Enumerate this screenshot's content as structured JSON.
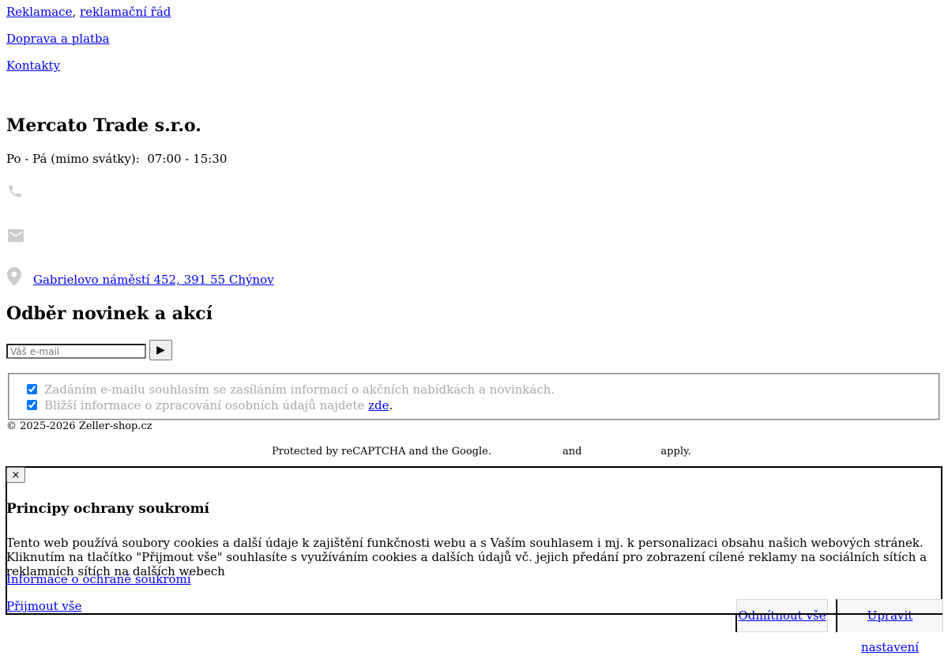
{
  "links": {
    "reklamace": "Reklamace",
    "separator": ",",
    "reklamacni_rad": "reklamační řád",
    "doprava": "Doprava a platba",
    "kontakty": "Kontakty"
  },
  "company": {
    "name": "Mercato Trade s.r.o.",
    "hours_label": "Po - Pá (mimo svátky):",
    "hours_value": "07:00 - 15:30",
    "address": "Gabrielovo náměstí 452, 391 55 Chýnov",
    "icons": [
      "phone-icon",
      "mail-icon",
      "location-pin-icon"
    ],
    "icon_color": "#cccccc"
  },
  "newsletter": {
    "title": "Odběr novinek a akcí",
    "placeholder": "Váš e-mail",
    "submit_label": "▶",
    "consent_1": "Zadáním e-mailu souhlasím se zasíláním informací o akčních nabídkách a novinkách.",
    "consent_2_prefix": "Bližší informace o zpracování osobních údajů najdete",
    "consent_2_link": "zde",
    "consent_2_suffix": "."
  },
  "footer": {
    "copyright": "© 2025-2026 Zeller-shop.cz",
    "recaptcha_prefix": "Protected by reCAPTCHA and the Google.",
    "recaptcha_and": "and",
    "recaptcha_suffix": "apply."
  },
  "cookie_panel": {
    "close_label": "×",
    "title": "Principy ochrany soukromí",
    "text": "Tento web používá soubory cookies a další údaje k zajištění funkčnosti webu a s Vaším souhlasem i mj. k personalizaci obsahu našich webových stránek. Kliknutím na tlačítko \"Přijmout vše\" souhlasíte s využíváním cookies a dalších údajů vč. jejich předání pro zobrazení cílené reklamy na sociálních sítích a reklamních sítích na dalších webech",
    "privacy_link": "Informace o ochraně soukromí",
    "accept_all": "Přijmout vše",
    "reject_all": "Odmítnout vše",
    "settings": "Upravit nastavení"
  }
}
